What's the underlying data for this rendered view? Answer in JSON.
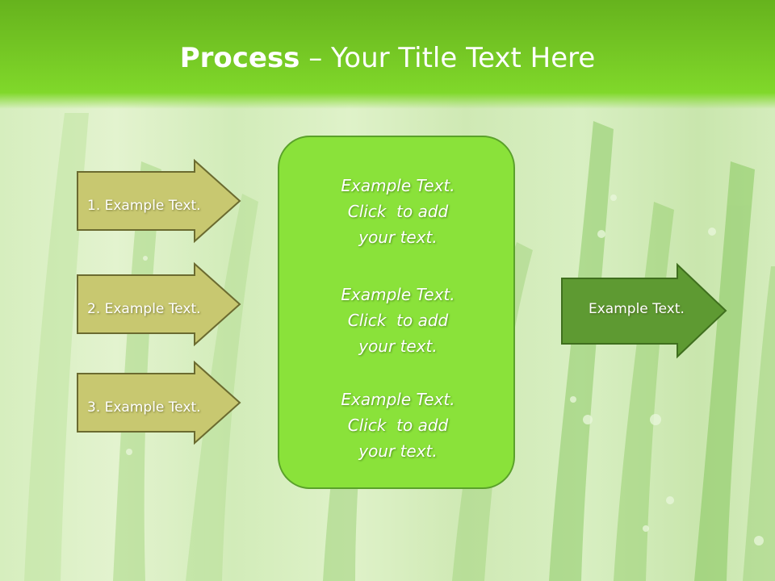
{
  "slide": {
    "title_bold": "Process",
    "title_rest": " – Your Title Text Here",
    "inputs": [
      {
        "label": "1. Example Text."
      },
      {
        "label": "2. Example Text."
      },
      {
        "label": "3. Example Text."
      }
    ],
    "center_paragraphs": [
      {
        "text": "Example Text.\nClick  to add\nyour text."
      },
      {
        "text": "Example Text.\nClick  to add\nyour text."
      },
      {
        "text": "Example Text.\nClick  to add\nyour text."
      }
    ],
    "output": {
      "label": "Example Text."
    }
  },
  "colors": {
    "title_band": "#74c624",
    "input_arrow_fill": "#c8c870",
    "input_arrow_stroke": "#6b6b30",
    "center_box_fill": "#8ae23a",
    "center_box_stroke": "#5aa12a",
    "output_arrow_fill": "#5e9a32",
    "output_arrow_stroke": "#3f6f1e"
  }
}
